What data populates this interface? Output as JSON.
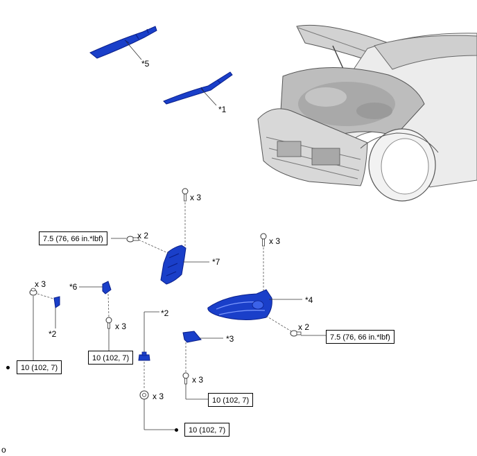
{
  "callouts": {
    "c1": "*1",
    "c2_left": "*2",
    "c2_center": "*2",
    "c3": "*3",
    "c4": "*4",
    "c5": "*5",
    "c6": "*6",
    "c7": "*7"
  },
  "quantities": {
    "q_top_center": "x 3",
    "q_left_bolt_side": "x 2",
    "q_right_top": "x 3",
    "q_left_clip": "x 3",
    "q_mid_bolt": "x 3",
    "q_right_lower": "x 2",
    "q_lower_bolt": "x 3",
    "q_bottom_nut": "x 3"
  },
  "torques": {
    "t_left_upper": "7.5 (76, 66 in.*lbf)",
    "t_right": "7.5 (76, 66 in.*lbf)",
    "t_left_lower": "10 (102, 7)",
    "t_mid": "10 (102, 7)",
    "t_lower": "10 (102, 7)",
    "t_bottom": "10 (102, 7)"
  },
  "footer_code": "o",
  "colors": {
    "part_blue": "#1a3fc9",
    "part_dark": "#0a1f8a",
    "leader": "#333333",
    "car_fill": "#e4e4e4"
  }
}
